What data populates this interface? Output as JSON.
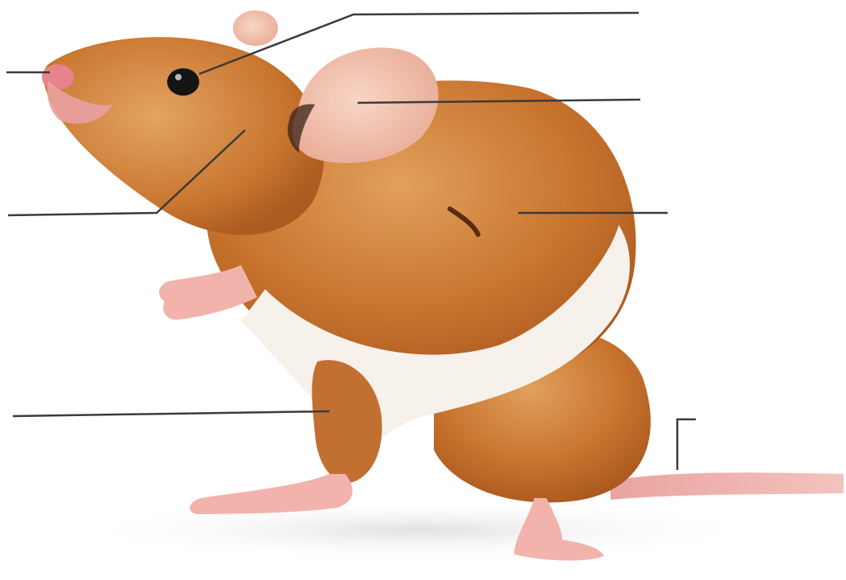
{
  "figure": {
    "subject": "mouse-photograph",
    "labels": [
      {
        "id": "nose",
        "text": ""
      },
      {
        "id": "eye",
        "text": ""
      },
      {
        "id": "ear",
        "text": ""
      },
      {
        "id": "whisker-area",
        "text": ""
      },
      {
        "id": "body-fur",
        "text": ""
      },
      {
        "id": "hind-leg",
        "text": ""
      },
      {
        "id": "tail",
        "text": ""
      }
    ]
  },
  "colors": {
    "fur": "#c8742e",
    "fur_light": "#de9a55",
    "fur_dark": "#a9561e",
    "white_fur": "#f6f1ea",
    "pink": "#f2b3ac",
    "ear_inner": "#f3c7b6",
    "eye": "#141414",
    "leader_line": "#3a3a3a"
  }
}
